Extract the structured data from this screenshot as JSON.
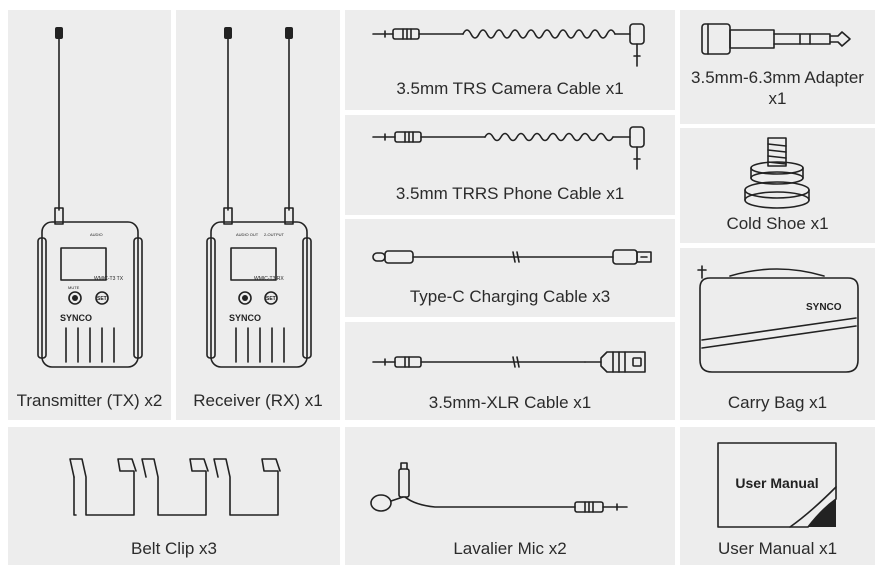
{
  "items": {
    "transmitter": {
      "label": "Transmitter (TX) x2",
      "device_model": "WMIC-T3 TX",
      "brand": "SYNCO",
      "mute_label": "MUTE",
      "set_label": "SET",
      "top_label_1": "",
      "top_label_2": "AUDIO"
    },
    "receiver": {
      "label": "Receiver (RX) x1",
      "device_model": "WMIC-T3 RX",
      "brand": "SYNCO",
      "set_label": "SET",
      "top_label_1": "AUDIO OUT",
      "top_label_2": "2-OUTPUT"
    },
    "trs_cable": {
      "label": "3.5mm TRS Camera Cable x1"
    },
    "trrs_cable": {
      "label": "3.5mm TRRS Phone Cable x1"
    },
    "typec_cable": {
      "label": "Type-C Charging Cable x3"
    },
    "xlr_cable": {
      "label": "3.5mm-XLR Cable x1"
    },
    "adapter": {
      "label": "3.5mm-6.3mm Adapter x1"
    },
    "cold_shoe": {
      "label": "Cold Shoe x1"
    },
    "carry_bag": {
      "label": "Carry Bag x1",
      "brand": "SYNCO"
    },
    "belt_clip": {
      "label": "Belt Clip x3"
    },
    "lavalier": {
      "label": "Lavalier Mic  x2"
    },
    "user_manual": {
      "label": "User Manual x1",
      "cover_title": "User Manual"
    }
  }
}
